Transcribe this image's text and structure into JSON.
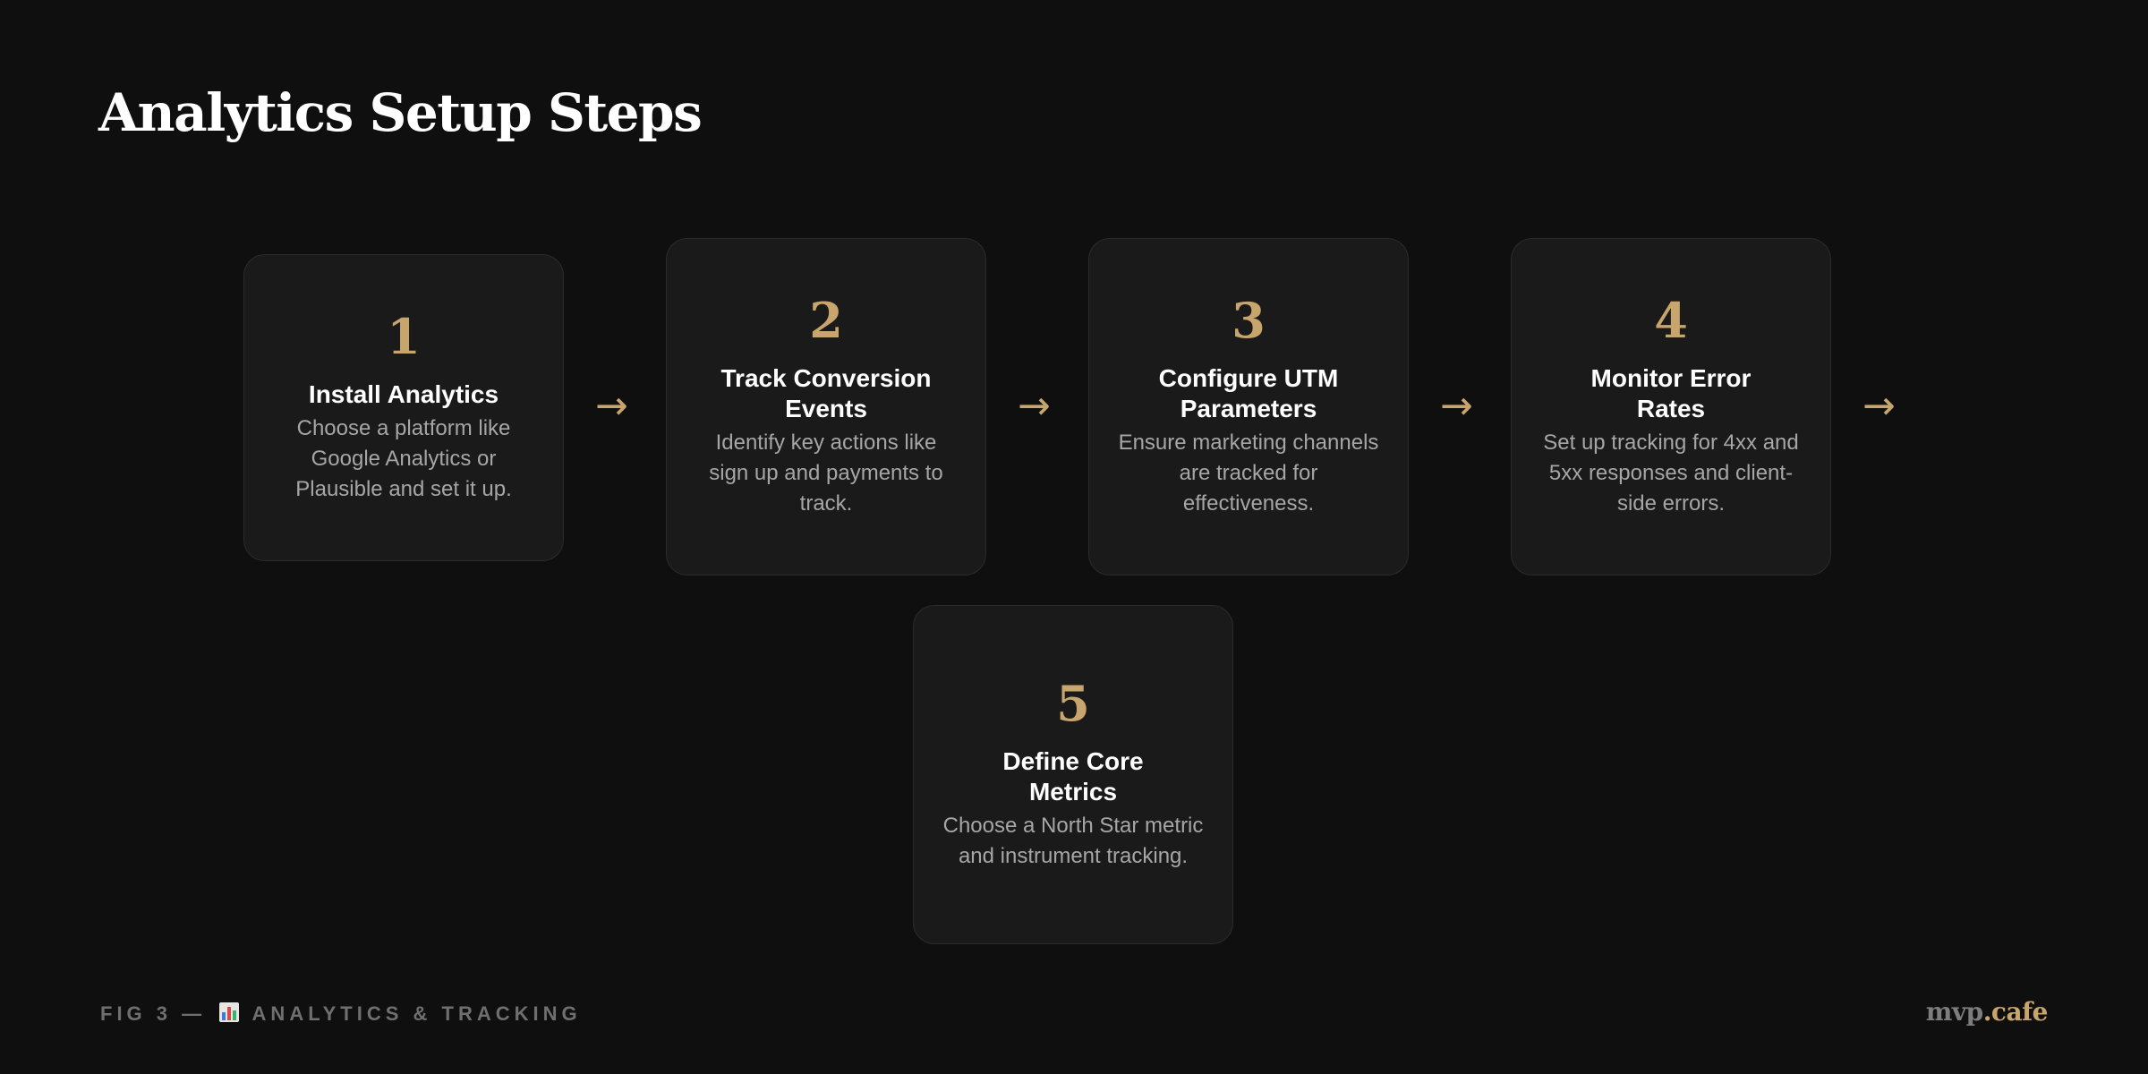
{
  "title": "Analytics Setup Steps",
  "steps": [
    {
      "number": "1",
      "title": "Install Analytics",
      "description": "Choose a platform like Google Analytics or Plausible and set it up."
    },
    {
      "number": "2",
      "title": "Track Conversion Events",
      "description": "Identify key actions like sign up and payments to track."
    },
    {
      "number": "3",
      "title": "Configure UTM Parameters",
      "description": "Ensure marketing channels are tracked for effectiveness."
    },
    {
      "number": "4",
      "title": "Monitor Error Rates",
      "description": "Set up tracking for 4xx and 5xx responses and client-side errors."
    },
    {
      "number": "5",
      "title": "Define Core Metrics",
      "description": "Choose a North Star metric and instrument tracking."
    }
  ],
  "arrow_glyph": "→",
  "footer": {
    "prefix": "FIG 3 —",
    "icon": "bar-chart-icon",
    "label": "ANALYTICS & TRACKING"
  },
  "brand": {
    "name": "mvp",
    "tld": ".cafe"
  },
  "colors": {
    "background": "#0f0f0f",
    "card": "#1a1a1a",
    "accent": "#c9a56e",
    "title": "#ffffff",
    "muted": "#a6a6a6"
  }
}
